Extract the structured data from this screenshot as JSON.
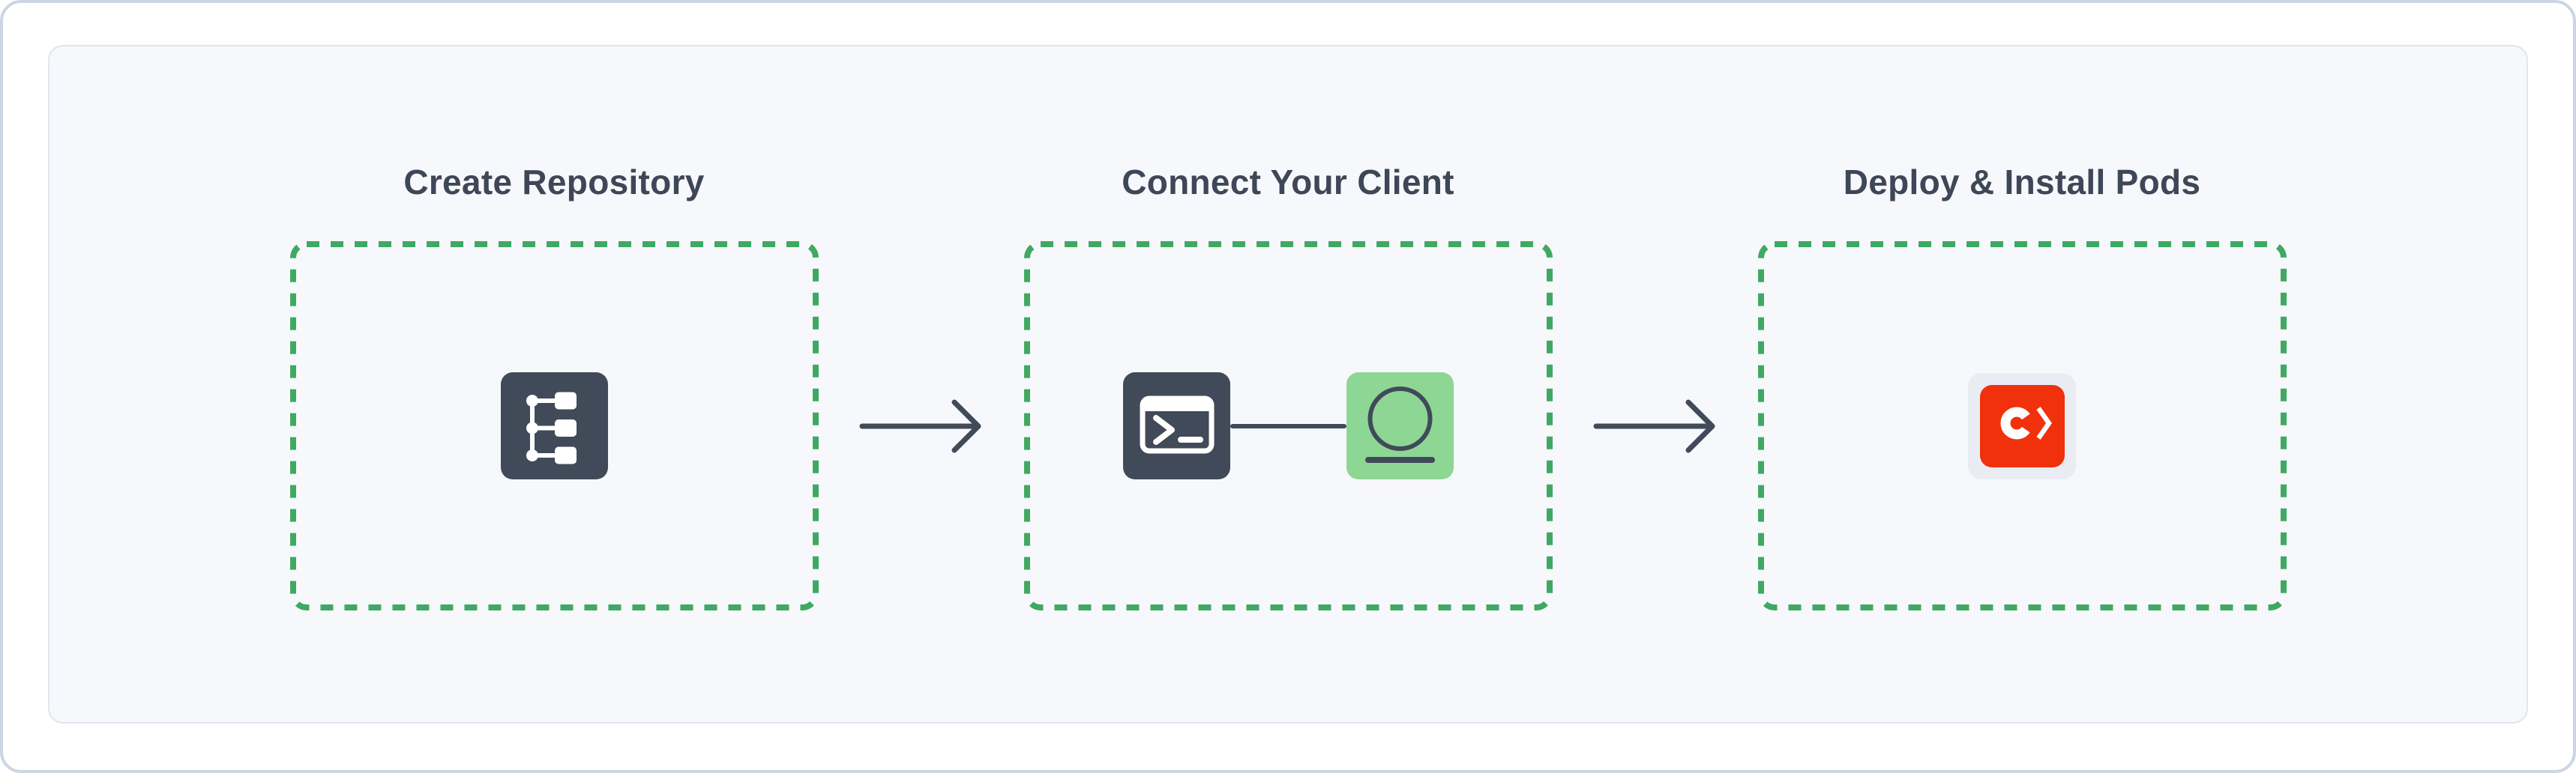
{
  "diagram": {
    "steps": [
      {
        "label": "Create Repository",
        "icon": "repository-tree-icon"
      },
      {
        "label": "Connect Your Client",
        "icons": [
          "terminal-icon",
          "client-display-icon"
        ]
      },
      {
        "label": "Deploy & Install Pods",
        "icon": "cocoapods-icon"
      }
    ],
    "connectors": [
      "arrow-right-icon",
      "arrow-right-icon"
    ]
  },
  "colors": {
    "page_bg": "#ffffff",
    "outer_border": "#cdd5e4",
    "panel_bg": "#f7f8fb",
    "panel_border": "#dfe6f0",
    "title_text": "#3e4757",
    "dark_slate": "#404a59",
    "dashed_green": "#3fa963",
    "client_green_bg": "#8ed693",
    "pods_red": "#f1300c",
    "pods_card_bg": "#e9edf3",
    "icon_glyph_white": "#ffffff"
  }
}
